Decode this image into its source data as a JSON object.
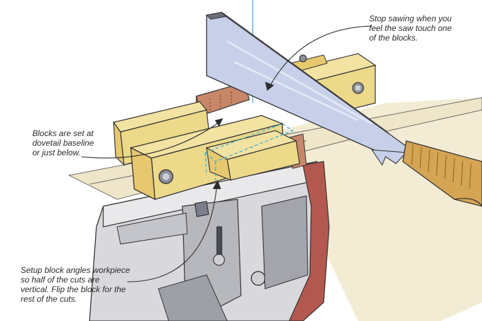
{
  "callouts": {
    "stop_sawing": {
      "lines": [
        "Stop sawing when you",
        "feel the saw touch one",
        "of the blocks."
      ]
    },
    "blocks_set": {
      "lines": [
        "Blocks are set at",
        "dovetail baseline",
        "or just below."
      ]
    },
    "setup_block": {
      "lines": [
        "Setup block angles workpiece",
        "so half of the cuts are",
        "vertical. Flip the block for the",
        "rest of the cuts."
      ]
    }
  },
  "colors": {
    "wood": "#ecd98a",
    "wood_shadow": "#d9be5e",
    "end_grain": "#e7c86f",
    "workpiece": "#c9876a",
    "vise_body": "#d9d8dc",
    "vise_dark": "#7c7f8a",
    "vise_red": "#b3584e",
    "saw_blade": "#c7cfe9",
    "saw_handle": "#d6a553",
    "bench": "#efe5c8",
    "ink": "#2b2b2b",
    "guide_line": "#3aa7d8",
    "dashed_line": "#3bb3d4"
  }
}
